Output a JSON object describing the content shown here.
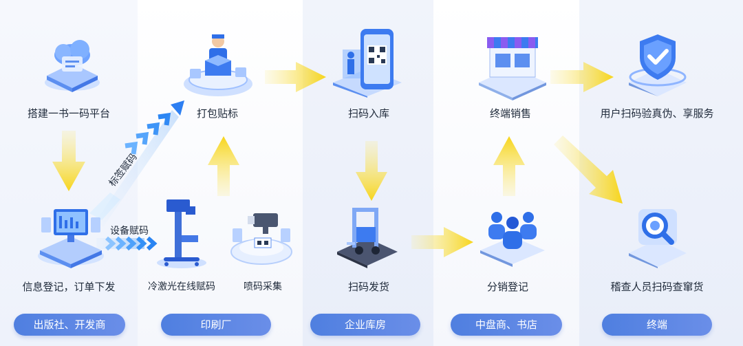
{
  "nodes": {
    "platform": "搭建一书一码平台",
    "register": "信息登记，订单下发",
    "laser": "冷激光在线赋码",
    "inkjet": "喷码采集",
    "pack": "打包贴标",
    "scan_in": "扫码入库",
    "scan_ship": "扫码发货",
    "terminal_sale": "终端销售",
    "distribution": "分销登记",
    "user_verify": "用户扫码验真伪、享服务",
    "inspector": "稽查人员扫码查窜货"
  },
  "arrows": {
    "label_code": "标签赋码",
    "device_code": "设备赋码"
  },
  "stages": [
    "出版社、开发商",
    "印刷厂",
    "企业库房",
    "中盘商、书店",
    "终端"
  ],
  "colors": {
    "accent": "#5b84e4",
    "arrow_yellow": "#f9dc2a",
    "arrow_blue": "#2f7df2",
    "icon_blue": "#3d7bf0"
  },
  "icons": [
    "cloud-server-icon",
    "monitor-terminal-icon",
    "laser-machine-icon",
    "inkjet-printer-icon",
    "packing-worker-icon",
    "phone-qr-icon",
    "forklift-icon",
    "store-icon",
    "people-group-icon",
    "shield-check-icon",
    "magnifier-icon"
  ]
}
